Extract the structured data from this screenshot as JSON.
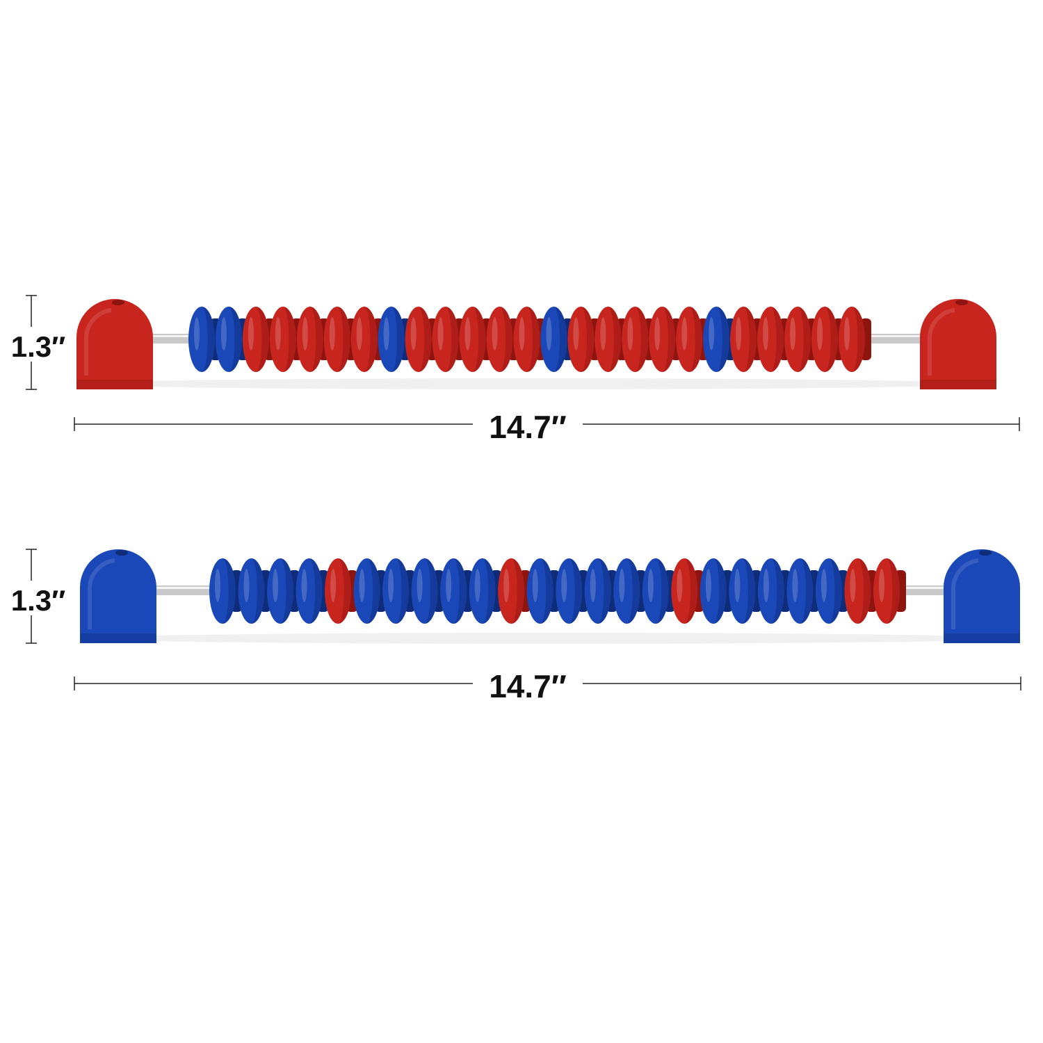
{
  "counters": [
    {
      "id": "top",
      "base_color": "#C8251F",
      "height_label": "1.3″",
      "length_label": "14.7″",
      "beads": [
        "blue",
        "blue",
        "red",
        "red",
        "red",
        "red",
        "red",
        "blue",
        "red",
        "red",
        "red",
        "red",
        "red",
        "blue",
        "red",
        "red",
        "red",
        "red",
        "red",
        "blue",
        "red",
        "red",
        "red",
        "red",
        "red"
      ]
    },
    {
      "id": "bottom",
      "base_color": "#1A48B8",
      "height_label": "1.3″",
      "length_label": "14.7″",
      "beads": [
        "blue",
        "blue",
        "blue",
        "blue",
        "red",
        "blue",
        "blue",
        "blue",
        "blue",
        "blue",
        "red",
        "blue",
        "blue",
        "blue",
        "blue",
        "blue",
        "red",
        "blue",
        "blue",
        "blue",
        "blue",
        "blue",
        "red",
        "red"
      ]
    }
  ],
  "colors": {
    "red": "#C8251F",
    "red_dark": "#8E1410",
    "blue": "#1A48B8",
    "blue_dark": "#0E2C78",
    "rod": "#B8B8B8",
    "dimension_line": "#222222"
  }
}
